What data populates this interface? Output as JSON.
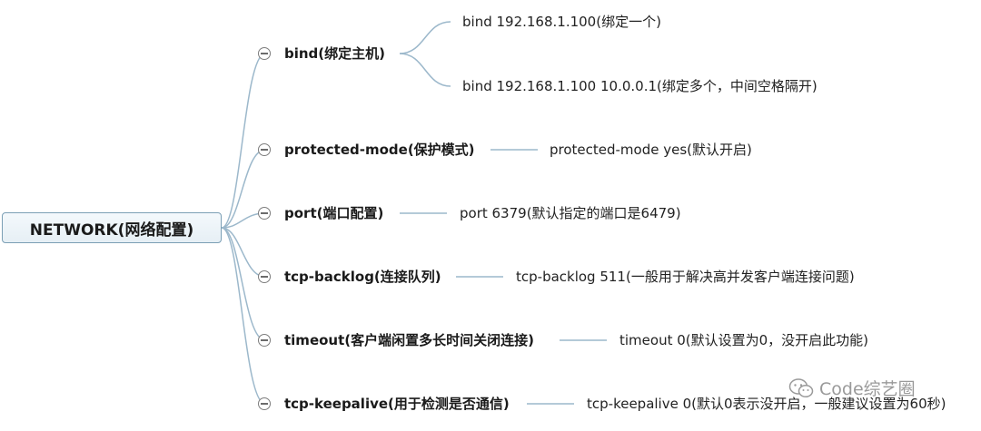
{
  "root": {
    "label": "NETWORK(网络配置)"
  },
  "branches": [
    {
      "label": "bind(绑定主机)",
      "leaves": [
        "bind 192.168.1.100(绑定一个)",
        "bind 192.168.1.100 10.0.0.1(绑定多个，中间空格隔开)"
      ]
    },
    {
      "label": "protected-mode(保护模式)",
      "leaves": [
        "protected-mode yes(默认开启)"
      ]
    },
    {
      "label": "port(端口配置)",
      "leaves": [
        "port 6379(默认指定的端口是6479)"
      ]
    },
    {
      "label": "tcp-backlog(连接队列)",
      "leaves": [
        "tcp-backlog 511(一般用于解决高并发客户端连接问题)"
      ]
    },
    {
      "label": "timeout(客户端闲置多长时间关闭连接)",
      "leaves": [
        "timeout 0(默认设置为0，没开启此功能)"
      ]
    },
    {
      "label": "tcp-keepalive(用于检测是否通信)",
      "leaves": [
        "tcp-keepalive 0(默认0表示没开启，一般建议设置为60秒)"
      ]
    }
  ],
  "watermark": {
    "text": "Code综艺圈",
    "icon": "wechat-icon"
  },
  "colors": {
    "connector": "#9cb8cb",
    "root_border": "#7b9fb5",
    "watermark": "#9a9a9a"
  }
}
